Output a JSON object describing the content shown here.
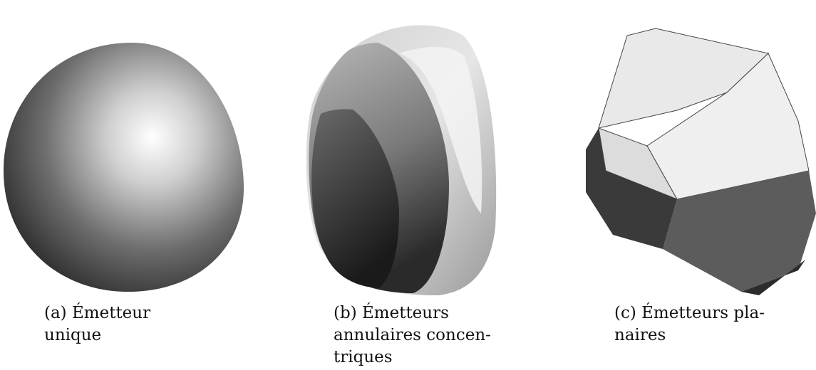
{
  "figures": [
    {
      "caption_lines": [
        "(a)",
        "Émetteur",
        "unique"
      ]
    },
    {
      "caption_lines": [
        "(b)",
        "Émetteurs",
        "annulaires concen-",
        "triques"
      ]
    },
    {
      "caption_lines": [
        "(c) Émetteurs pla-",
        "naires"
      ]
    }
  ]
}
